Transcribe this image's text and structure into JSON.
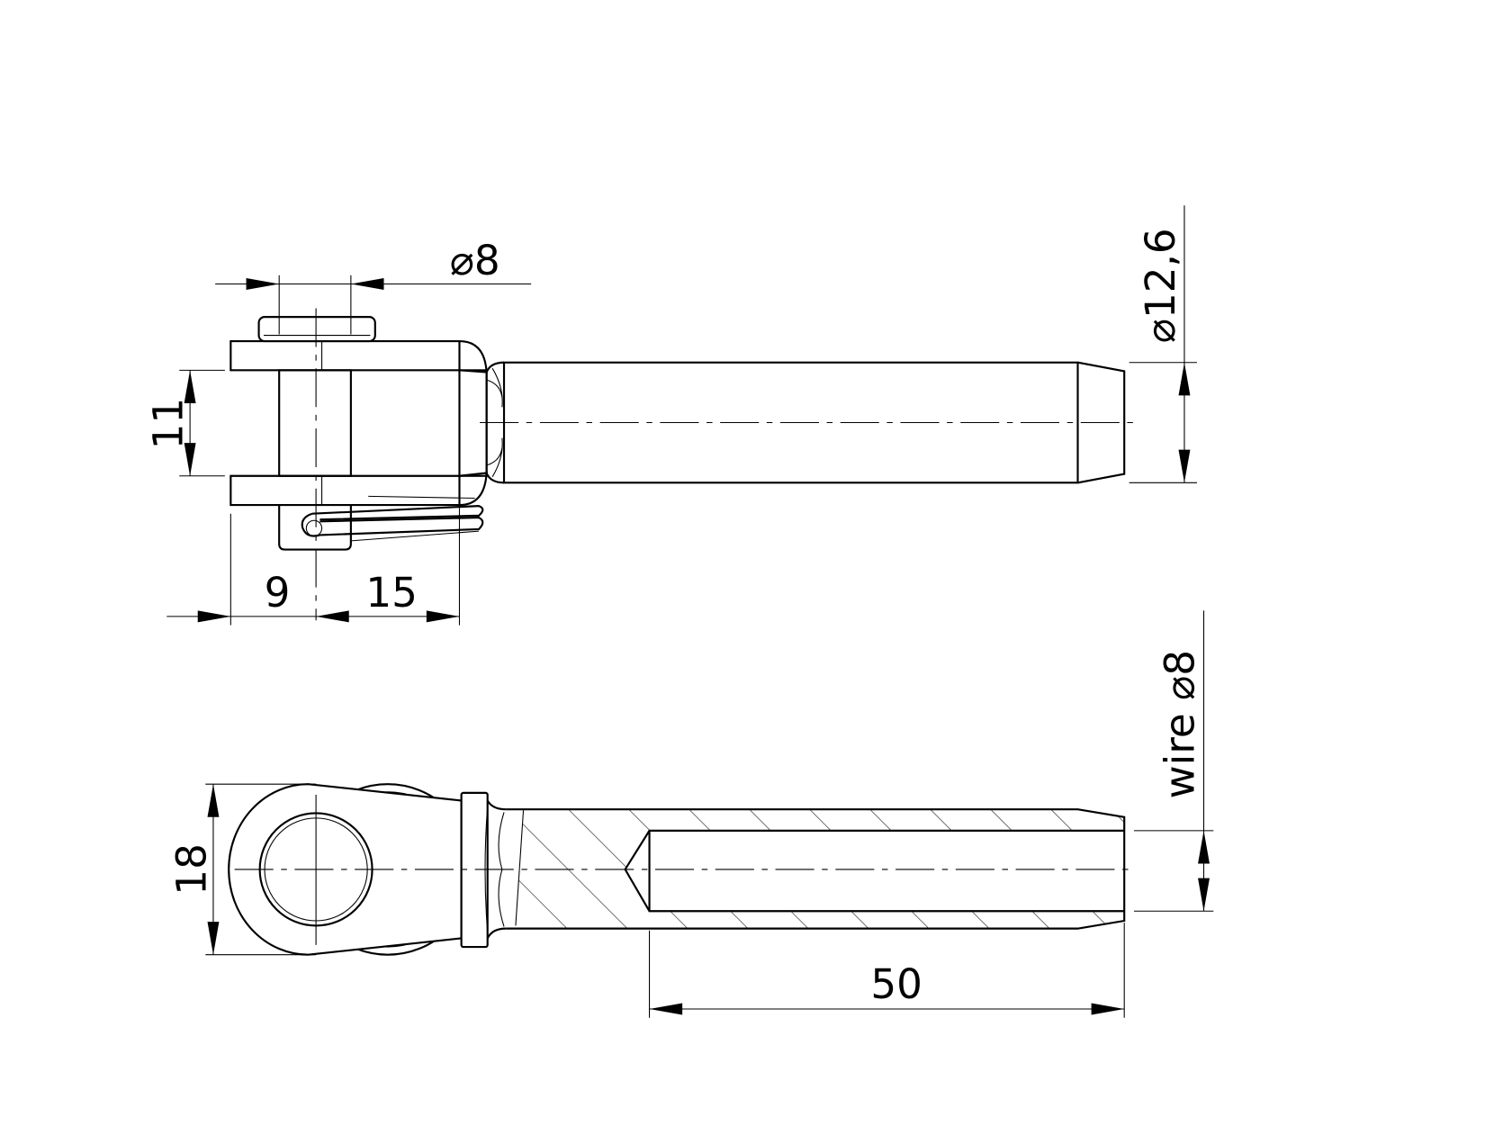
{
  "drawing": {
    "line_color": "#000000",
    "background": "#ffffff",
    "top_view": {
      "dimensions": {
        "pin_diameter": "⌀8",
        "jaw_gap": "11",
        "jaw_to_pin": "9",
        "pin_to_end": "15",
        "shaft_diameter": "⌀12,6"
      }
    },
    "side_view": {
      "dimensions": {
        "eye_height": "18",
        "bore_depth": "50",
        "wire_diameter": "wire ⌀8"
      }
    }
  }
}
